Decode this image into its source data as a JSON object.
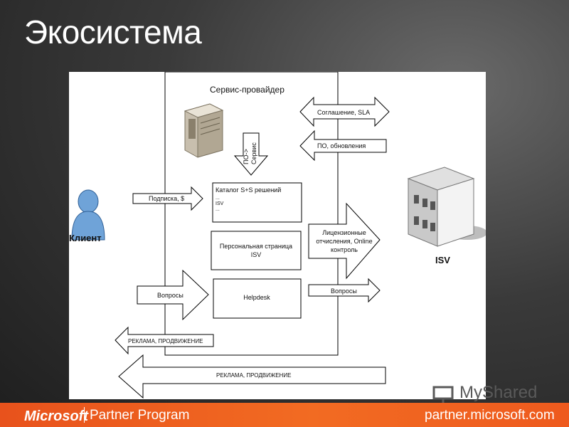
{
  "slide": {
    "title": "Экосистема"
  },
  "diagram": {
    "provider_title": "Сервис-провайдер",
    "client_label": "Клиент",
    "isv_label": "ISV",
    "boxes": {
      "catalog": {
        "title": "Каталог S+S решений",
        "line1": "...",
        "line2": "ISV",
        "line3": "..."
      },
      "personal_line1": "Персональная страница",
      "personal_line2": "ISV",
      "helpdesk": "Helpdesk"
    },
    "arrows": {
      "agreement": "Соглашение, SLA",
      "software_updates": "ПО, обновления",
      "software_to_service_line1": "ПО->",
      "software_to_service_line2": "Сервис",
      "subscription": "Подписка, $",
      "license_line1": "Лицензионные",
      "license_line2": "отчисления, Online",
      "license_line3": "контроль",
      "questions_left": "Вопросы",
      "questions_right": "Вопросы",
      "ad_short": "РЕКЛАМА, ПРОДВИЖЕНИЕ",
      "ad_long": "РЕКЛАМА, ПРОДВИЖЕНИЕ"
    }
  },
  "watermark": "MyShared",
  "footer": {
    "brand": "Microsoft",
    "program": "Partner Program",
    "site": "partner.microsoft.com"
  },
  "colors": {
    "accent_orange": "#f26b22",
    "panel_bg": "#ffffff",
    "person_blue": "#6fa3d8"
  }
}
